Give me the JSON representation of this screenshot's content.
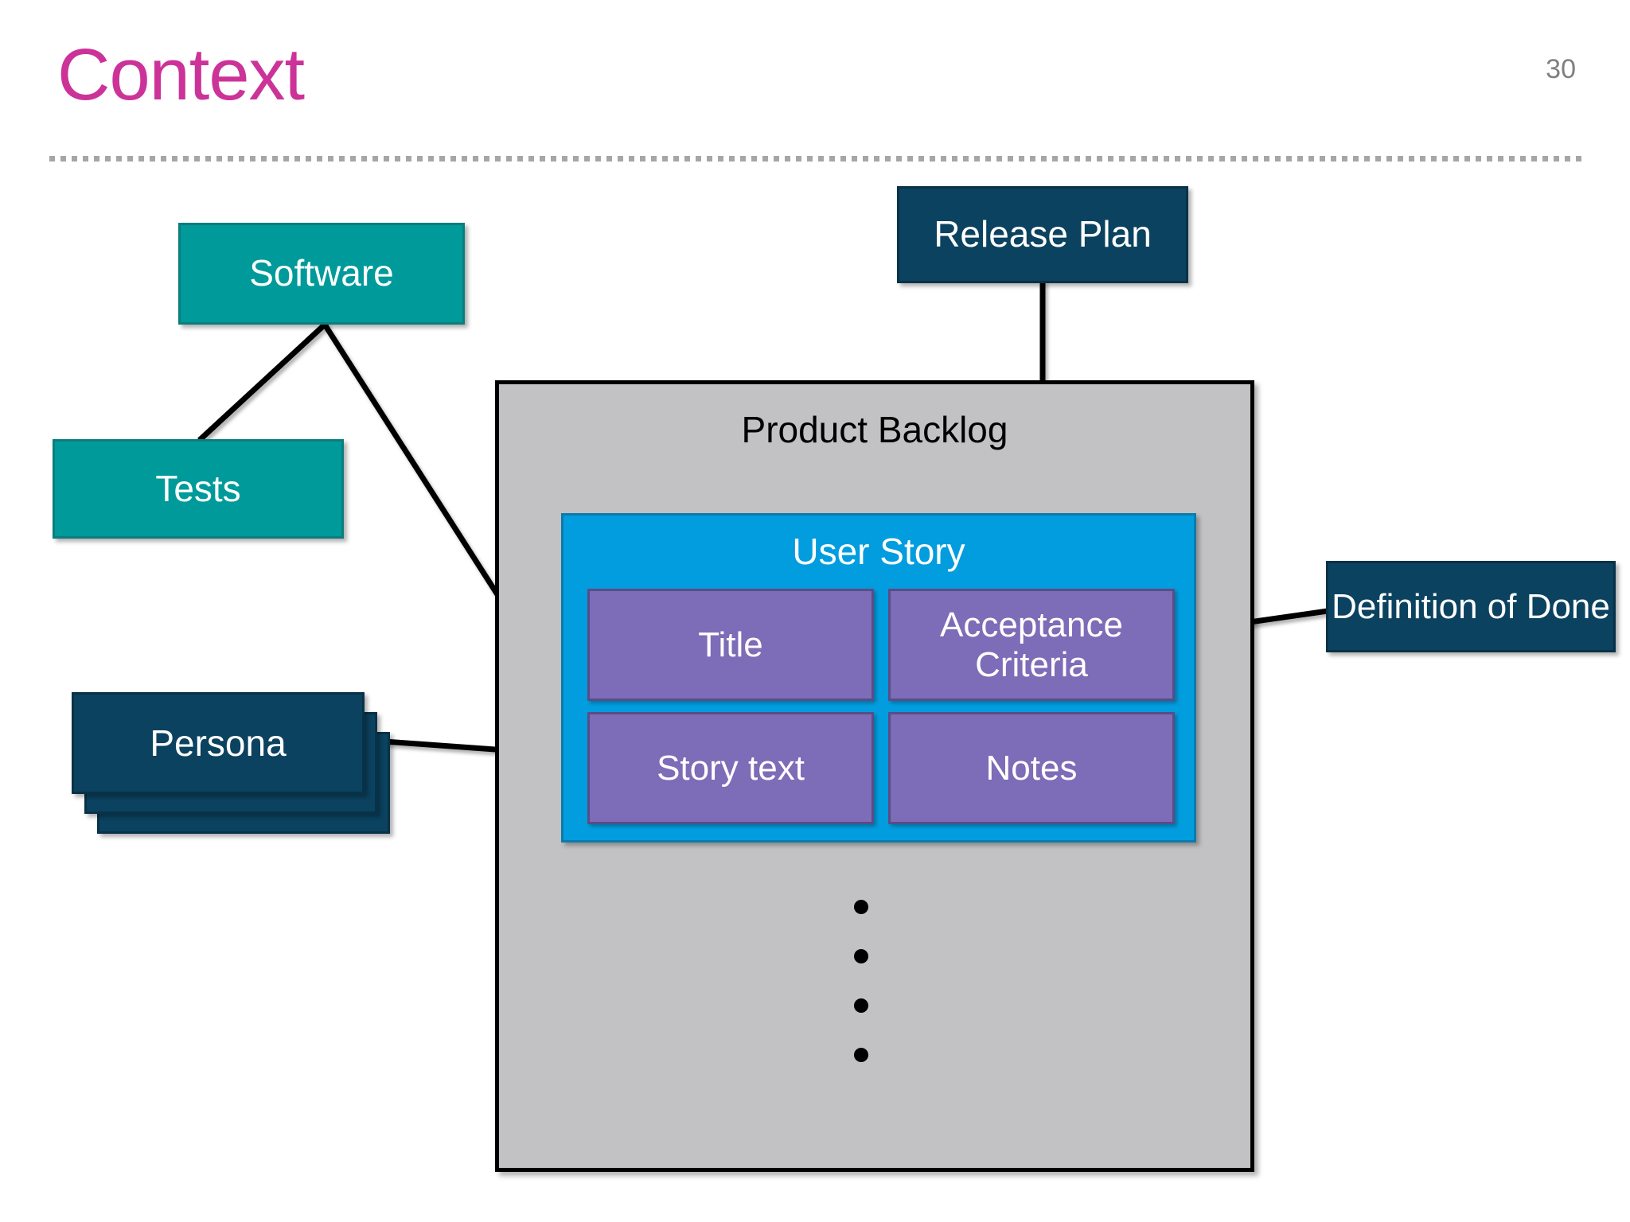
{
  "header": {
    "title": "Context",
    "page_number": "30",
    "title_color": "#cc3399",
    "rule_color": "#a6a6a6"
  },
  "colors": {
    "teal": "#009a9a",
    "navy": "#0b4260",
    "purple": "#7d6cb7",
    "bright_blue": "#029ddf",
    "backlog_gray": "#c2c2c4",
    "connector": "#000000"
  },
  "nodes": {
    "software": {
      "label": "Software",
      "shape": "rect",
      "fill": "teal"
    },
    "tests": {
      "label": "Tests",
      "shape": "rect",
      "fill": "teal"
    },
    "release_plan": {
      "label": "Release Plan",
      "shape": "rect",
      "fill": "navy"
    },
    "definition_of_done": {
      "label": "Definition of Done",
      "shape": "rect",
      "fill": "navy"
    },
    "persona": {
      "label": "Persona",
      "shape": "stacked-rect",
      "stack_count": 3,
      "fill": "navy"
    }
  },
  "backlog": {
    "title": "Product Backlog",
    "dot_count": 4,
    "user_story": {
      "title": "User Story",
      "cells": [
        {
          "label": "Title"
        },
        {
          "label": "Acceptance Criteria"
        },
        {
          "label": "Story text"
        },
        {
          "label": "Notes"
        }
      ]
    }
  },
  "connectors": [
    {
      "name": "software-to-tests",
      "from": "software",
      "to": "tests"
    },
    {
      "name": "software-to-user-story",
      "from": "software",
      "to": "user_story"
    },
    {
      "name": "release-plan-to-backlog",
      "from": "release_plan",
      "to": "product_backlog"
    },
    {
      "name": "persona-to-story-text",
      "from": "persona",
      "to": "story_text"
    },
    {
      "name": "acceptance-criteria-to-definition-of-done",
      "from": "acceptance_criteria",
      "to": "definition_of_done"
    }
  ]
}
